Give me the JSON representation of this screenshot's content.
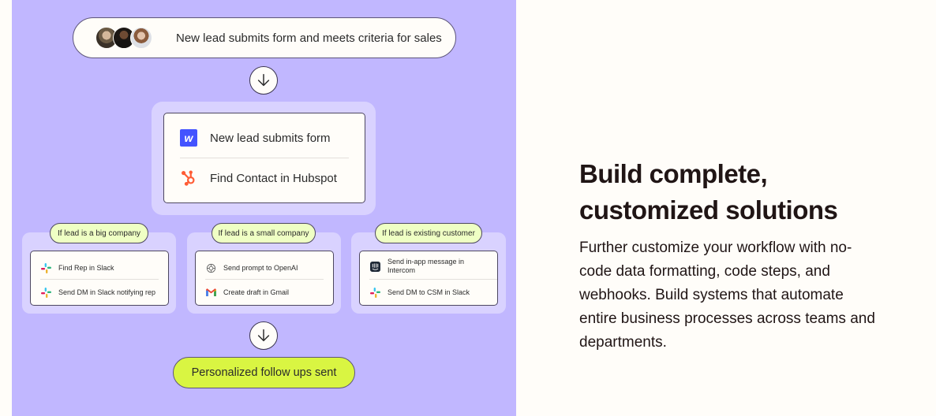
{
  "diagram": {
    "trigger": {
      "label": "New lead submits form and meets criteria for sales",
      "avatars": [
        "avatar-1",
        "avatar-2",
        "avatar-3"
      ]
    },
    "arrow_icon": "arrow-down-icon",
    "main_steps": [
      {
        "icon": "webflow-icon",
        "icon_glyph": "w",
        "label": "New lead submits form"
      },
      {
        "icon": "hubspot-icon",
        "label": "Find Contact in Hubspot"
      }
    ],
    "branches": [
      {
        "condition": "If lead is a big company",
        "steps": [
          {
            "icon": "slack-icon",
            "label": "Find Rep in Slack"
          },
          {
            "icon": "slack-icon",
            "label": "Send DM in Slack notifying rep"
          }
        ]
      },
      {
        "condition": "If lead is a small company",
        "steps": [
          {
            "icon": "openai-icon",
            "label": "Send prompt to OpenAI"
          },
          {
            "icon": "gmail-icon",
            "label": "Create draft in Gmail"
          }
        ]
      },
      {
        "condition": "If lead is existing customer",
        "steps": [
          {
            "icon": "intercom-icon",
            "label": "Send in-app message in Intercom"
          },
          {
            "icon": "slack-icon",
            "label": "Send DM to CSM in Slack"
          }
        ]
      }
    ],
    "result": {
      "label": "Personalized follow ups sent"
    }
  },
  "content": {
    "headline_line1": "Build complete,",
    "headline_line2": "customized solutions",
    "body": "Further customize your workflow with no-code data formatting, code steps, and webhooks. Build systems that automate entire business processes across teams and departments."
  },
  "colors": {
    "panel_bg": "#c1b7ff",
    "group_bg": "#d9d2ff",
    "card_bg": "#fffdf9",
    "condition_pill": "#efffc4",
    "result_pill": "#d9f542",
    "webflow": "#4353ff",
    "hubspot": "#ff5c35",
    "text_dark": "#201515"
  }
}
